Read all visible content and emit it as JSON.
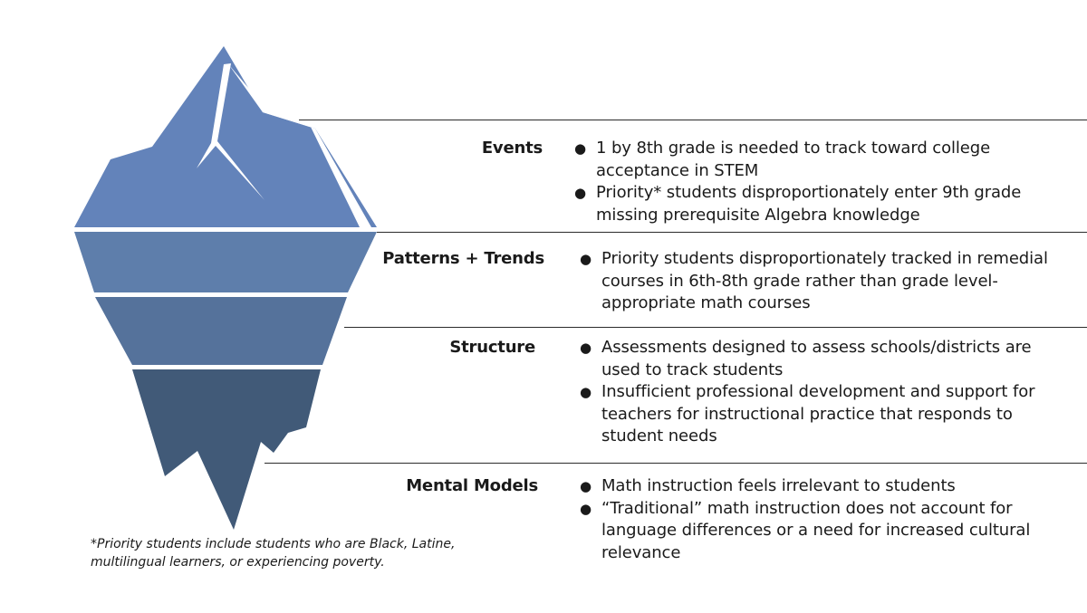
{
  "colors": {
    "tip": "#6383ba",
    "band1": "#5e7eab",
    "band2": "#55729b",
    "bottom": "#415a78",
    "snow": "#ffffff",
    "divider": "#2b2b2b"
  },
  "levels": [
    {
      "label": "Events",
      "bullets": [
        "1 by 8th grade is needed to track toward college acceptance in STEM",
        "Priority* students disproportionately enter 9th grade missing prerequisite Algebra knowledge"
      ]
    },
    {
      "label": "Patterns + Trends",
      "bullets": [
        "Priority students disproportionately tracked in remedial courses in 6th-8th grade rather than grade level-appropriate math courses"
      ]
    },
    {
      "label": "Structure",
      "bullets": [
        "Assessments designed to assess schools/districts are used to track students",
        "Insufficient professional development and support for teachers for instructional practice that responds to student needs"
      ]
    },
    {
      "label": "Mental Models",
      "bullets": [
        "Math instruction feels irrelevant to students",
        "“Traditional” math instruction does not account for language differences or a need for increased cultural relevance"
      ]
    }
  ],
  "bullet_glyph": "●",
  "footnote": "*Priority students include students who are Black, Latine, multilingual learners, or experiencing poverty."
}
